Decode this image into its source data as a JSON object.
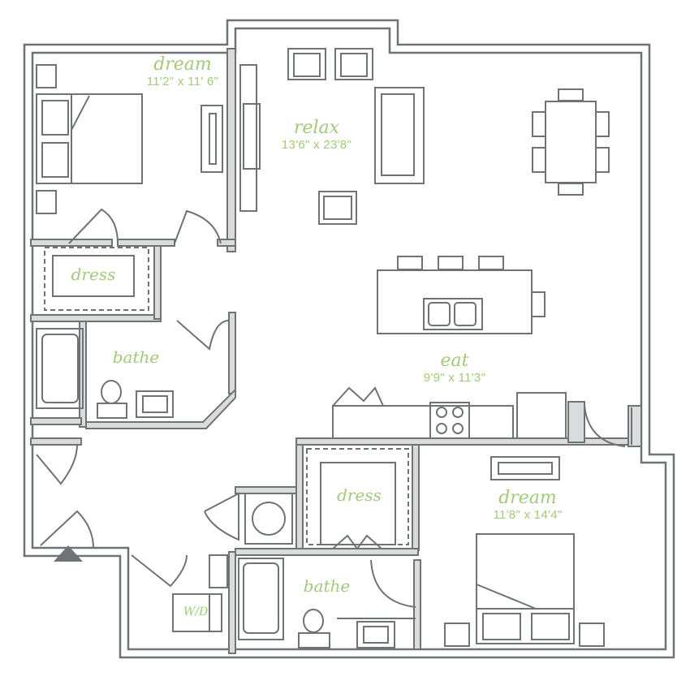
{
  "floorplan": {
    "colors": {
      "wall": "#6e7375",
      "wall_fill": "#d9dbdc",
      "furniture": "#6e7375",
      "label": "#a3c97a",
      "background": "#ffffff"
    },
    "rooms": [
      {
        "id": "dream-1",
        "name": "dream",
        "dimensions": "11'2\" x 11' 6\""
      },
      {
        "id": "relax",
        "name": "relax",
        "dimensions": "13'6\" x 23'8\""
      },
      {
        "id": "dress-1",
        "name": "dress",
        "dimensions": ""
      },
      {
        "id": "bathe-1",
        "name": "bathe",
        "dimensions": ""
      },
      {
        "id": "eat",
        "name": "eat",
        "dimensions": "9'9\" x 11'3\""
      },
      {
        "id": "dress-2",
        "name": "dress",
        "dimensions": ""
      },
      {
        "id": "dream-2",
        "name": "dream",
        "dimensions": "11'8\" x 14'4\""
      },
      {
        "id": "bathe-2",
        "name": "bathe",
        "dimensions": ""
      }
    ],
    "appliance_labels": {
      "washer_dryer": "W/D"
    },
    "entry_marker": "entry-arrow"
  }
}
